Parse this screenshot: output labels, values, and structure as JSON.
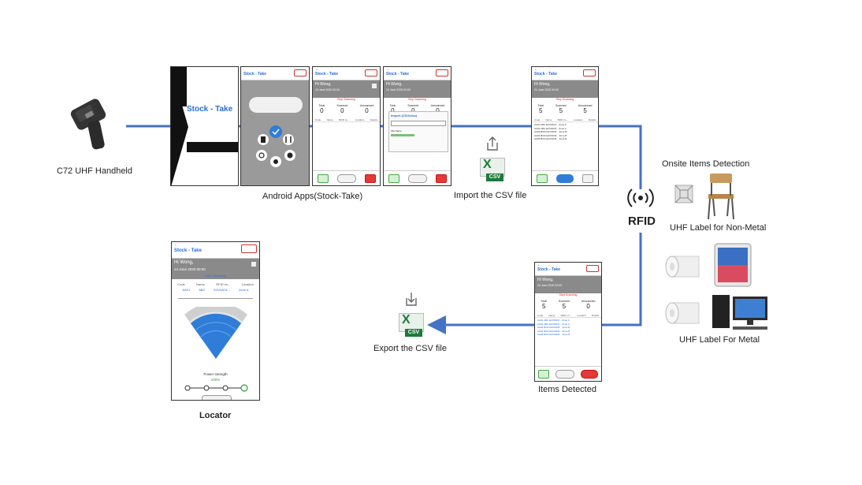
{
  "labels": {
    "handheld": "C72 UHF Handheld",
    "apps": "Android Apps(Stock-Take)",
    "import_csv": "Import the CSV file",
    "rfid": "RFID",
    "onsite": "Onsite Items Detection",
    "non_metal": "UHF Label for Non-Metal",
    "metal": "UHF Label For Metal",
    "items_detected": "Items Detected",
    "export_csv": "Export the CSV file",
    "locator": "Locator"
  },
  "icons": {
    "csv_badge": "CSV",
    "excel_letter": "X"
  },
  "screens": {
    "app_title": "Stock - Take",
    "greeting": "Hi Wong,",
    "date": "24 June 2020 00:00",
    "stop_scanning": "Stop Scanning",
    "start_scanning": "Start Scanning",
    "import_title": "Import (CSV/xlsx)",
    "file_name": "File Name",
    "counters": {
      "total": "Total",
      "scanned": "Scanned",
      "unscanned": "Unscanned"
    },
    "counts_empty": {
      "total": "0",
      "scanned": "0",
      "unscanned": "0"
    },
    "counts_loaded": {
      "total": "5",
      "scanned": "5",
      "unscanned": "5"
    },
    "counts_detected": {
      "total": "5",
      "scanned": "5",
      "unscanned": "0"
    },
    "columns": [
      "Code",
      "Name",
      "RFID co...",
      "Location",
      "Details"
    ],
    "locator_columns": [
      "Code",
      "Name",
      "RFID co...",
      "Location"
    ],
    "locator_row": [
      "AA01",
      "ABC",
      "E2V03C8...",
      "Zone A"
    ],
    "power_label": "Power strength",
    "power_value": "100%",
    "rows_loaded": [
      [
        "AA01",
        "ABC",
        "E2V03C8...",
        "Zone A",
        ""
      ],
      [
        "AA02",
        "ABC",
        "E2V03C8...",
        "Zone A",
        ""
      ],
      [
        "AA03",
        "BCD",
        "E2V03C8...",
        "Zone B",
        ""
      ],
      [
        "AA04",
        "BCD",
        "E2V03C8...",
        "Zone B",
        ""
      ],
      [
        "AA05",
        "BCD",
        "E2V03C8...",
        "Zone B",
        ""
      ]
    ]
  },
  "colors": {
    "wire": "#4472c4",
    "accent": "#2a6dd9",
    "status_red": "#d22222",
    "excel_green": "#1e7a3a",
    "radar": "#2f7dd8"
  }
}
